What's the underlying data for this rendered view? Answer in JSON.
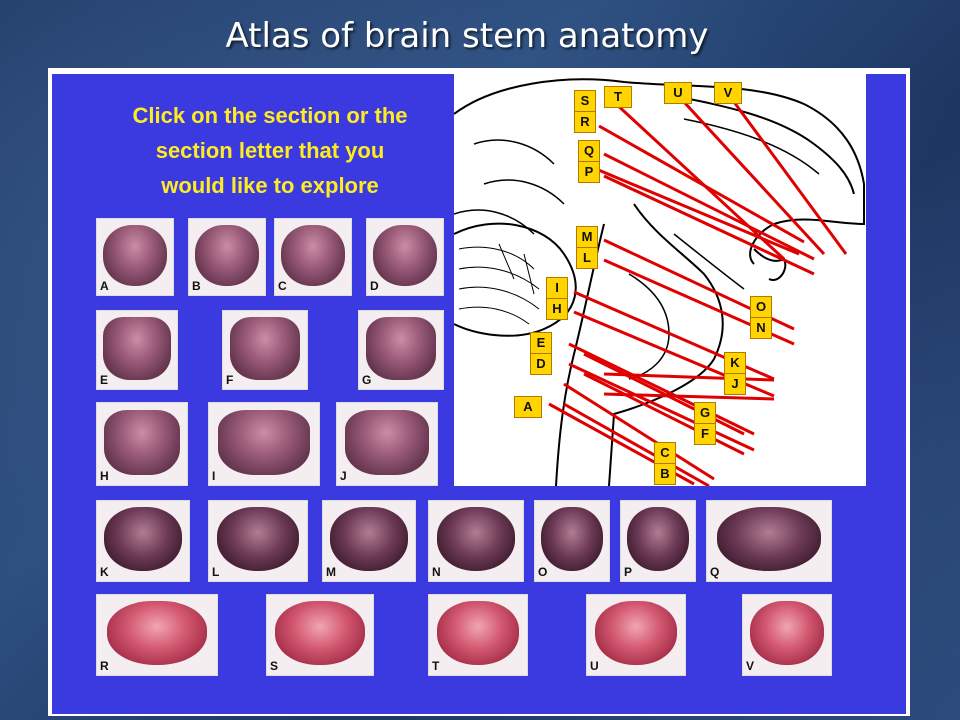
{
  "title": "Atlas of brain stem anatomy",
  "instructions": [
    "Click on the section or the",
    "section letter that you",
    "would like to explore"
  ],
  "colors": {
    "panel_blue": "#3a3ae0",
    "instruction_text": "#ffeb22",
    "label_box": "#ffd400",
    "section_line": "#e00000"
  },
  "diagram": {
    "labels": [
      "A",
      "B",
      "C",
      "D",
      "E",
      "F",
      "G",
      "H",
      "I",
      "J",
      "K",
      "L",
      "M",
      "N",
      "O",
      "P",
      "Q",
      "R",
      "S",
      "T",
      "U",
      "V"
    ]
  },
  "sections": [
    {
      "letter": "A"
    },
    {
      "letter": "B"
    },
    {
      "letter": "C"
    },
    {
      "letter": "D"
    },
    {
      "letter": "E"
    },
    {
      "letter": "F"
    },
    {
      "letter": "G"
    },
    {
      "letter": "H"
    },
    {
      "letter": "I"
    },
    {
      "letter": "J"
    },
    {
      "letter": "K"
    },
    {
      "letter": "L"
    },
    {
      "letter": "M"
    },
    {
      "letter": "N"
    },
    {
      "letter": "O"
    },
    {
      "letter": "P"
    },
    {
      "letter": "Q"
    },
    {
      "letter": "R"
    },
    {
      "letter": "S"
    },
    {
      "letter": "T"
    },
    {
      "letter": "U"
    },
    {
      "letter": "V"
    }
  ]
}
